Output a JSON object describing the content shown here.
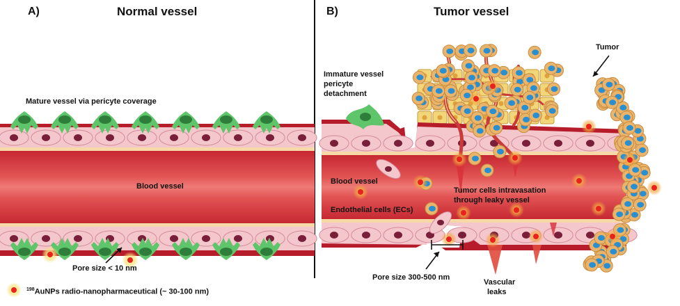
{
  "panel_a": {
    "letter": "A)",
    "title": "Normal vessel",
    "labels": {
      "mature": "Mature vessel via pericyte coverage",
      "blood_vessel": "Blood vessel",
      "pore": "Pore size < 10 nm"
    }
  },
  "panel_b": {
    "letter": "B)",
    "title": "Tumor vessel",
    "labels": {
      "tumor": "Tumor",
      "immature_1": "Immature vessel",
      "immature_2": "pericyte",
      "immature_3": "detachment",
      "blood_vessel": "Blood vessel",
      "endothelial": "Endothelial cells (ECs)",
      "intravasation_1": "Tumor cells intravasation",
      "intravasation_2": "through leaky vessel",
      "pore": "Pore size 300-500 nm",
      "leaks_1": "Vascular",
      "leaks_2": "leaks"
    }
  },
  "legend": {
    "superscript": "198",
    "text": "AuNPs radio-nanopharmaceutical (~ 30-100 nm)"
  },
  "colors": {
    "vessel_dark": "#b71c2a",
    "vessel_mid": "#d93a41",
    "vessel_light": "#f08b8b",
    "endothelium": "#f4c7cc",
    "ec_nucleus": "#7a1f3a",
    "pericyte": "#5fc56a",
    "tumor_cell": "#e9b56c",
    "tumor_nucleus": "#2a8fd0",
    "tissue_cell": "#f1d77a",
    "nanoparticle": "#e8221c",
    "halo": "#f7e27a"
  }
}
